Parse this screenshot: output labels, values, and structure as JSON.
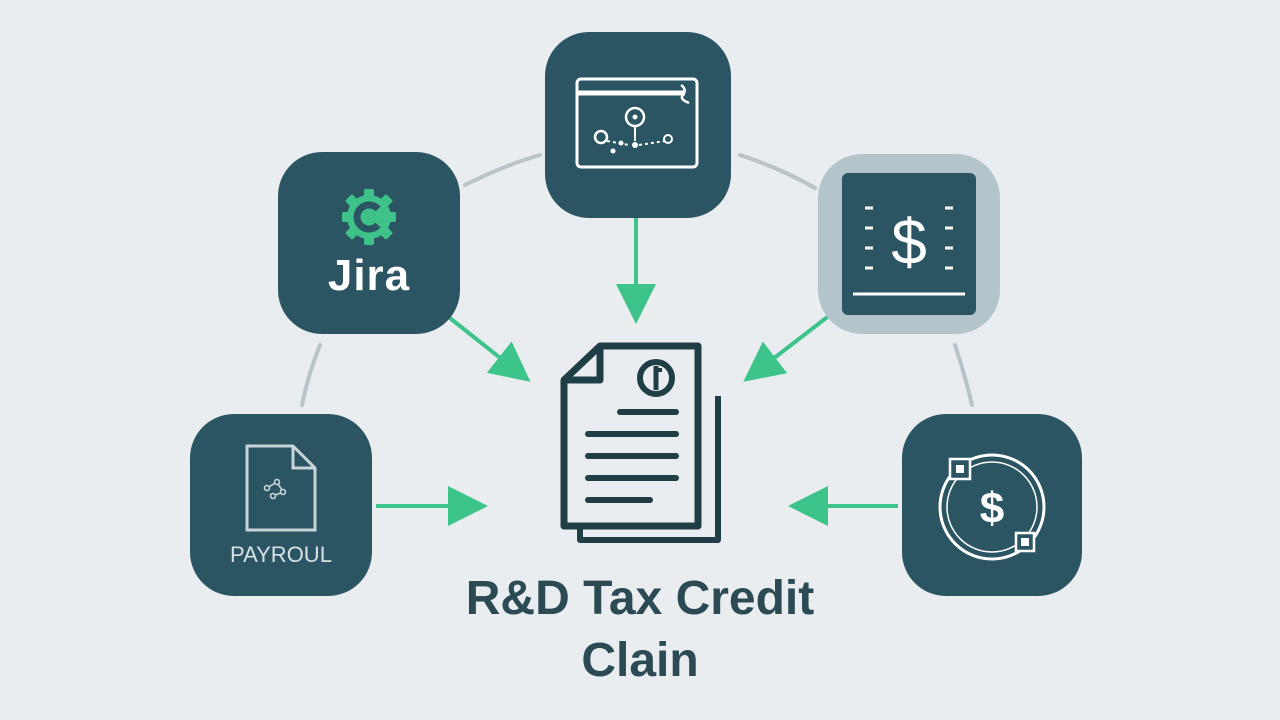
{
  "title": {
    "line1": "R&D Tax Credit",
    "line2": "Clain"
  },
  "sources": {
    "jira": {
      "label": "Jira",
      "icon": "jira-logo-icon"
    },
    "dashboard": {
      "icon": "dashboard-window-icon"
    },
    "ledger": {
      "icon": "ledger-dollar-icon"
    },
    "payroll": {
      "label": "PAYROUL",
      "icon": "payroll-document-icon"
    },
    "finance": {
      "icon": "circular-dollar-icon"
    }
  },
  "center": {
    "icon": "document-stack-icon"
  },
  "colors": {
    "tile": "#2b5563",
    "accent": "#3fc28a",
    "arrow": "#3cc48b",
    "connector": "#b9c4c8",
    "title": "#2b4a53",
    "background": "#e9edf0"
  }
}
